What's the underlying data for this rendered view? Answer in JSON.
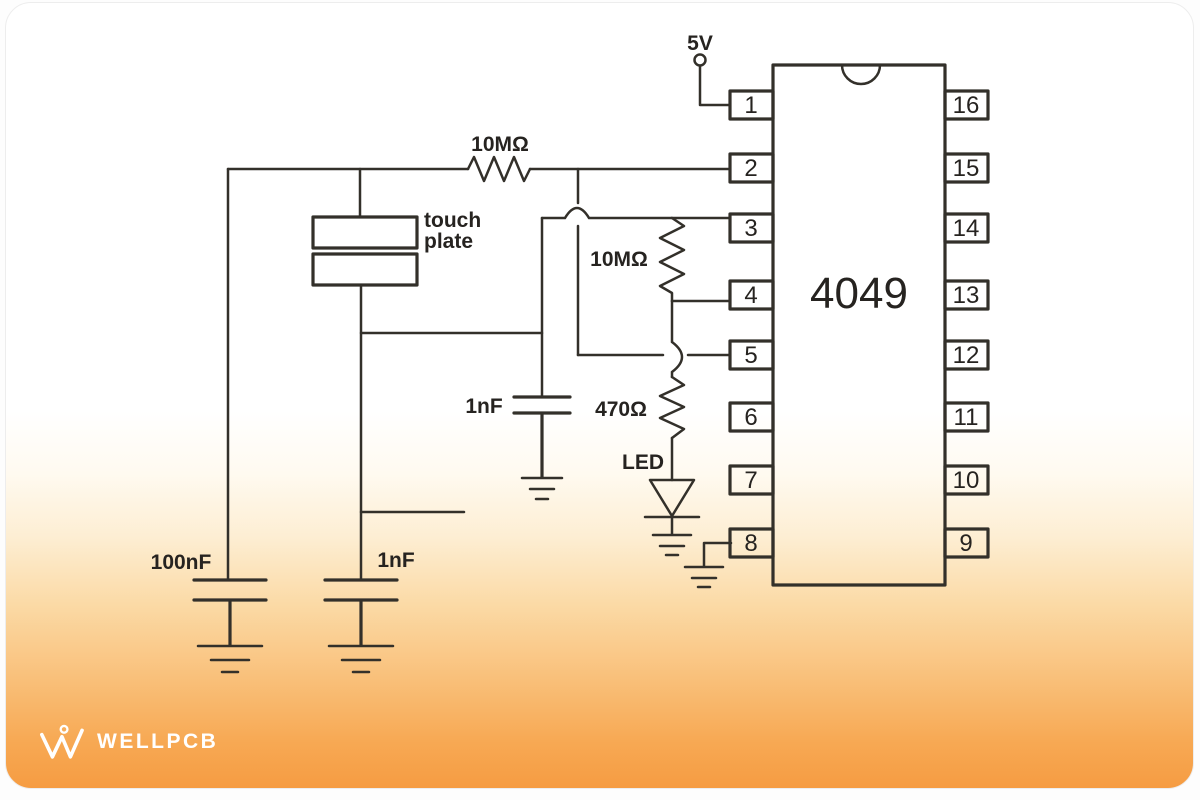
{
  "power": {
    "label": "5V"
  },
  "resistors": {
    "r1": "10MΩ",
    "r2": "10MΩ",
    "r3": "470Ω"
  },
  "capacitors": {
    "c1": "100nF",
    "c2": "1nF",
    "c3": "1nF"
  },
  "led": {
    "label": "LED"
  },
  "touch_plate": {
    "line1": "touch",
    "line2": "plate"
  },
  "ic": {
    "name": "4049",
    "pins_left": [
      "1",
      "2",
      "3",
      "4",
      "5",
      "6",
      "7",
      "8"
    ],
    "pins_right": [
      "16",
      "15",
      "14",
      "13",
      "12",
      "11",
      "10",
      "9"
    ]
  },
  "branding": {
    "logo_text": "WELLPCB"
  },
  "colors": {
    "line": "#33302a",
    "text": "#262320",
    "card_top": "#ffffff",
    "card_bottom": "#f69c42",
    "logo_color": "#ffffff"
  }
}
